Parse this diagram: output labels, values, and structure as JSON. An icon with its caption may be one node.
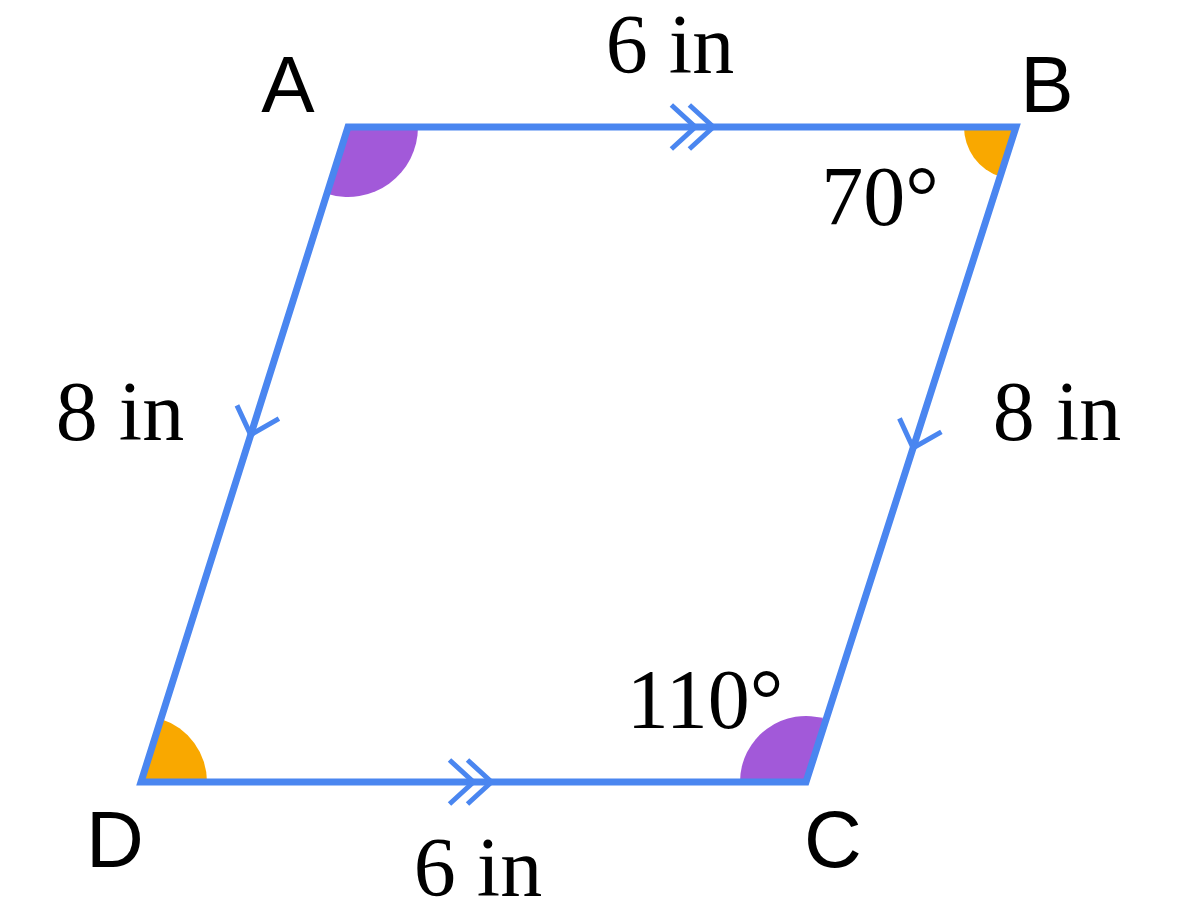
{
  "diagram": {
    "labels": [
      "6 in",
      "A",
      "B",
      "70°",
      "8 in",
      "8 in",
      "110°",
      "D",
      "C",
      "6 in"
    ]
  }
}
